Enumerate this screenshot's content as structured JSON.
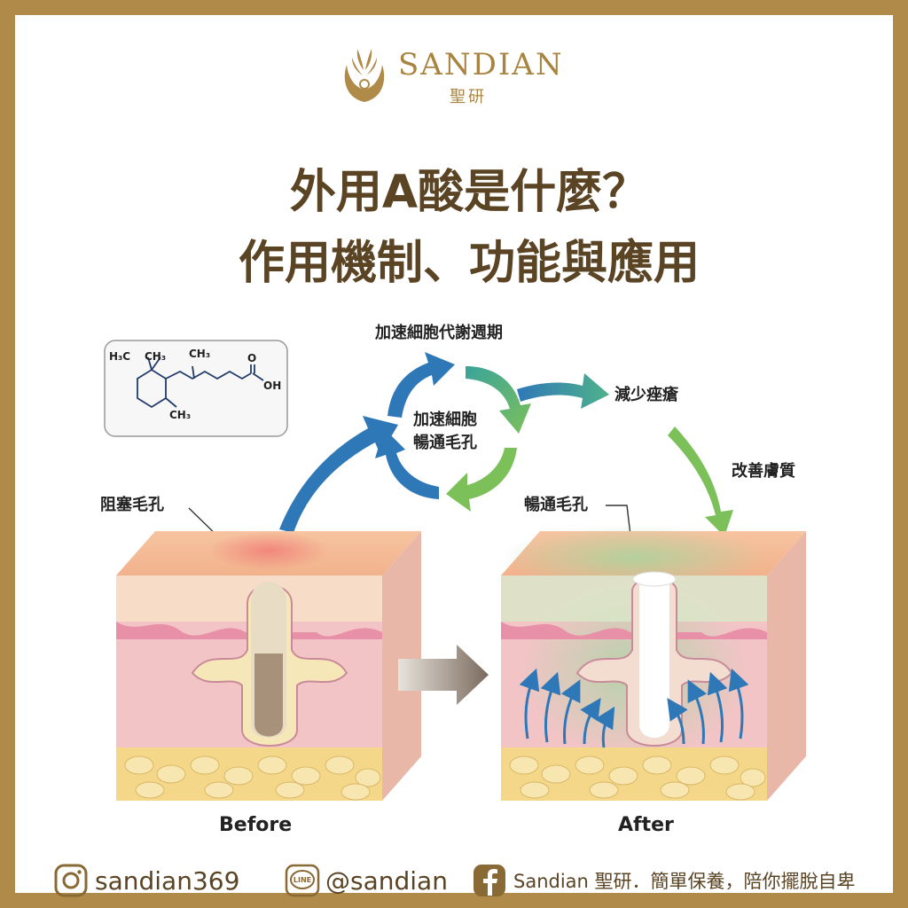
{
  "brand": {
    "name": "SANDIAN",
    "sub": "聖研"
  },
  "title": {
    "line1": "外用A酸是什麼？",
    "line2": "作用機制、功能與應用"
  },
  "molecule": {
    "labels": [
      "H₃C",
      "CH₃",
      "CH₃",
      "O",
      "OH",
      "CH₃"
    ]
  },
  "diagram": {
    "cycle_top": "加速細胞代謝週期",
    "cycle_center_line1": "加速細胞",
    "cycle_center_line2": "暢通毛孔",
    "reduce_acne": "減少痤瘡",
    "improve_skin": "改善膚質",
    "blocked_pore": "阻塞毛孔",
    "clear_pore": "暢通毛孔",
    "before": "Before",
    "after": "After"
  },
  "footer": {
    "instagram": "sandian369",
    "line": "@sandian",
    "line_badge": "LINE",
    "facebook": "Sandian 聖研．簡單保養，陪你擺脫自卑"
  },
  "colors": {
    "gold": "#b08a48",
    "title_brown": "#5a4424",
    "arrow_blue": "#2f78b8",
    "arrow_green": "#7cc05a",
    "skin_pink": "#f3c4c6",
    "fat_yellow": "#f4d788"
  }
}
